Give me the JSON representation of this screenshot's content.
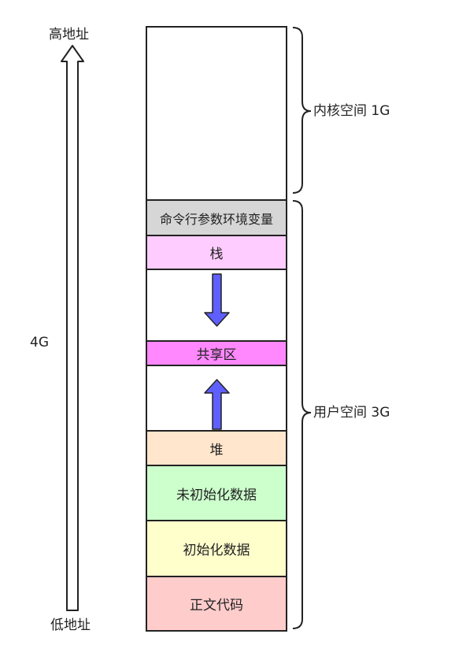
{
  "axis": {
    "high_label": "高地址",
    "low_label": "低地址",
    "total_label": "4G"
  },
  "segments": {
    "kernel": {
      "label": "",
      "color": "#ffffff"
    },
    "env_args": {
      "label": "命令行参数环境变量",
      "color": "#d6d6d6"
    },
    "stack": {
      "label": "栈",
      "color": "#ffccff"
    },
    "stack_gap": {
      "label": "",
      "color": "#ffffff"
    },
    "shared": {
      "label": "共享区",
      "color": "#ff88ff"
    },
    "heap_gap": {
      "label": "",
      "color": "#ffffff"
    },
    "heap": {
      "label": "堆",
      "color": "#ffe6cc"
    },
    "bss": {
      "label": "未初始化数据",
      "color": "#ccffcc"
    },
    "data": {
      "label": "初始化数据",
      "color": "#ffffcc"
    },
    "text": {
      "label": "正文代码",
      "color": "#ffcccc"
    }
  },
  "braces": {
    "kernel_label": "内核空间 1G",
    "user_label": "用户空间 3G"
  },
  "arrows": {
    "stack_growth": "down-arrow-icon",
    "heap_growth": "up-arrow-icon",
    "arrow_color": "#5f5fff"
  }
}
